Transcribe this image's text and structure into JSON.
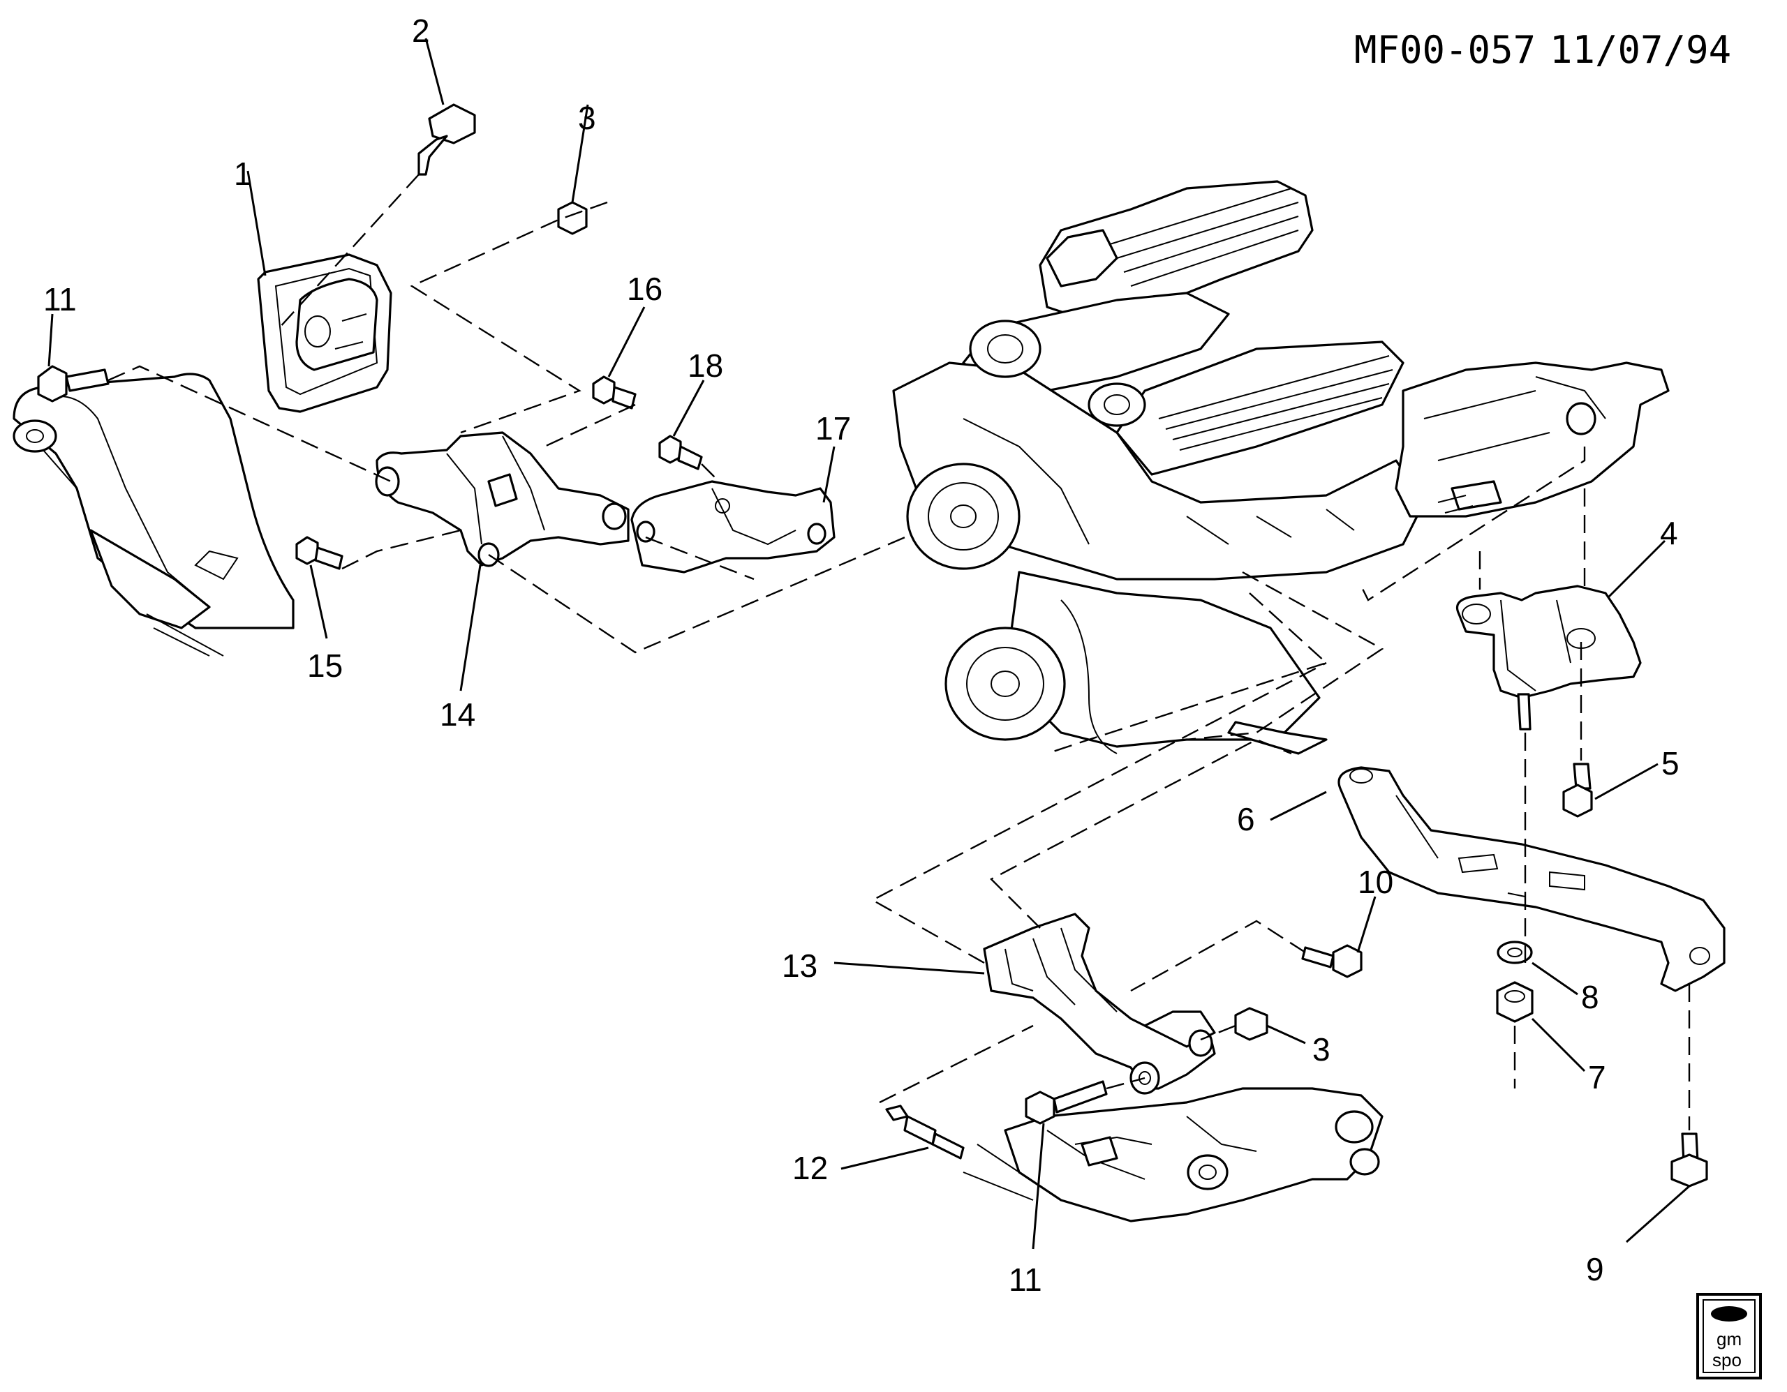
{
  "header": {
    "code": "MF00-057",
    "date": "11/07/94"
  },
  "callouts": {
    "c1": "1",
    "c2": "2",
    "c3a": "3",
    "c3b": "3",
    "c4": "4",
    "c5": "5",
    "c6": "6",
    "c7": "7",
    "c8": "8",
    "c9": "9",
    "c10": "10",
    "c11a": "11",
    "c11b": "11",
    "c12": "12",
    "c13": "13",
    "c14": "14",
    "c15": "15",
    "c16": "16",
    "c17": "17",
    "c18": "18"
  },
  "logo": {
    "line1": "gm",
    "line2": "spo"
  },
  "colors": {
    "ink": "#000000",
    "paper": "#ffffff"
  }
}
